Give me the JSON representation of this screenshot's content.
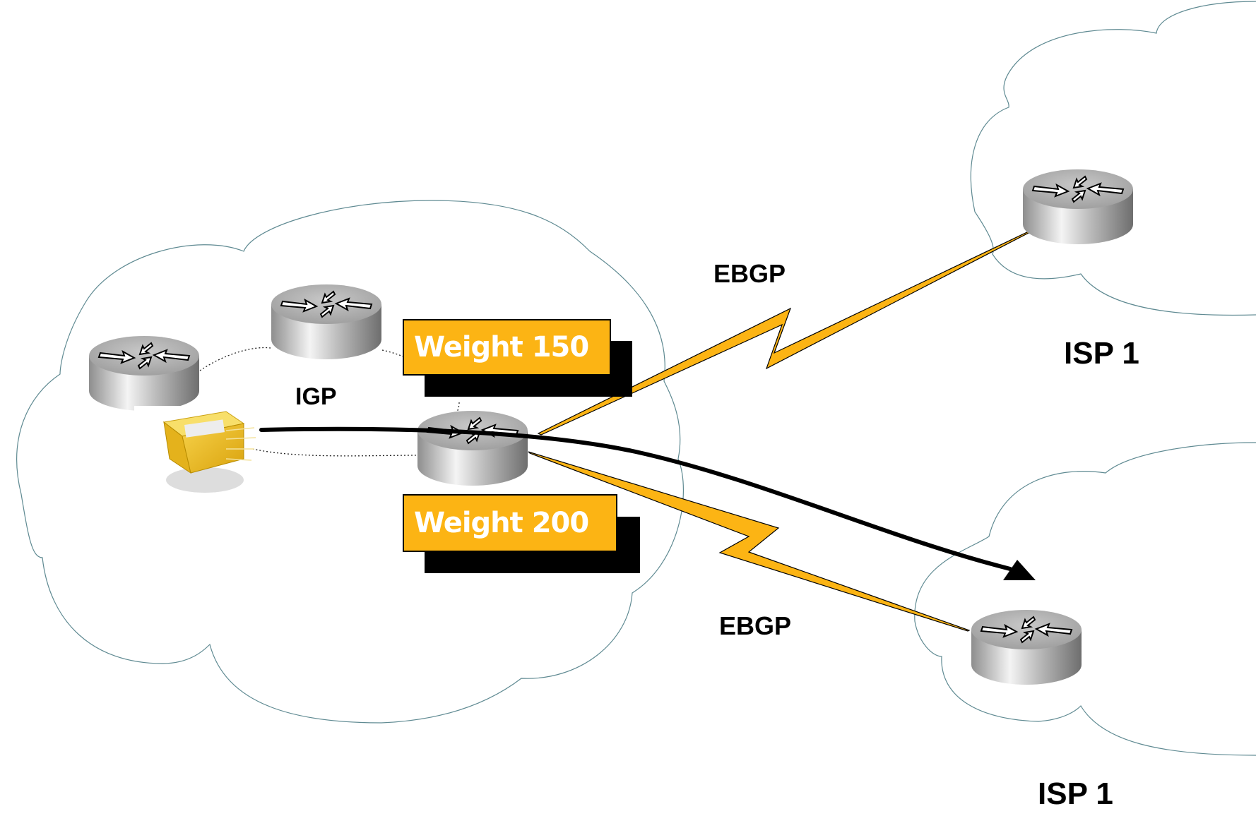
{
  "diagram": {
    "title": "BGP Weight attribute path selection",
    "colors": {
      "link": "#fcb414",
      "label_box": "#fcb414",
      "label_text": "#ffffff",
      "cloud_outline": "#5f8a92",
      "traffic_arrow": "#000000"
    },
    "clouds": [
      {
        "id": "local-as",
        "label": ""
      },
      {
        "id": "isp-upper",
        "label": "ISP 1"
      },
      {
        "id": "isp-lower",
        "label": "ISP 1"
      }
    ],
    "routers": [
      {
        "id": "internal-router-1",
        "icon": "router-icon"
      },
      {
        "id": "internal-router-2",
        "icon": "router-icon"
      },
      {
        "id": "border-router",
        "icon": "router-icon"
      },
      {
        "id": "isp-upper-router",
        "icon": "router-icon"
      },
      {
        "id": "isp-lower-router",
        "icon": "router-icon"
      }
    ],
    "labels": {
      "igp": "IGP",
      "ebgp_upper": "EBGP",
      "ebgp_lower": "EBGP",
      "isp_upper": "ISP 1",
      "isp_lower": "ISP 1"
    },
    "weights": [
      {
        "link": "upper",
        "label": "Weight 150",
        "value": 150
      },
      {
        "link": "lower",
        "label": "Weight 200",
        "value": 200
      }
    ],
    "packet": {
      "icon": "packet-box-icon"
    },
    "traffic_path": {
      "from": "packet",
      "to": "isp-lower",
      "via": "border-router",
      "preferred_weight": 200
    }
  }
}
